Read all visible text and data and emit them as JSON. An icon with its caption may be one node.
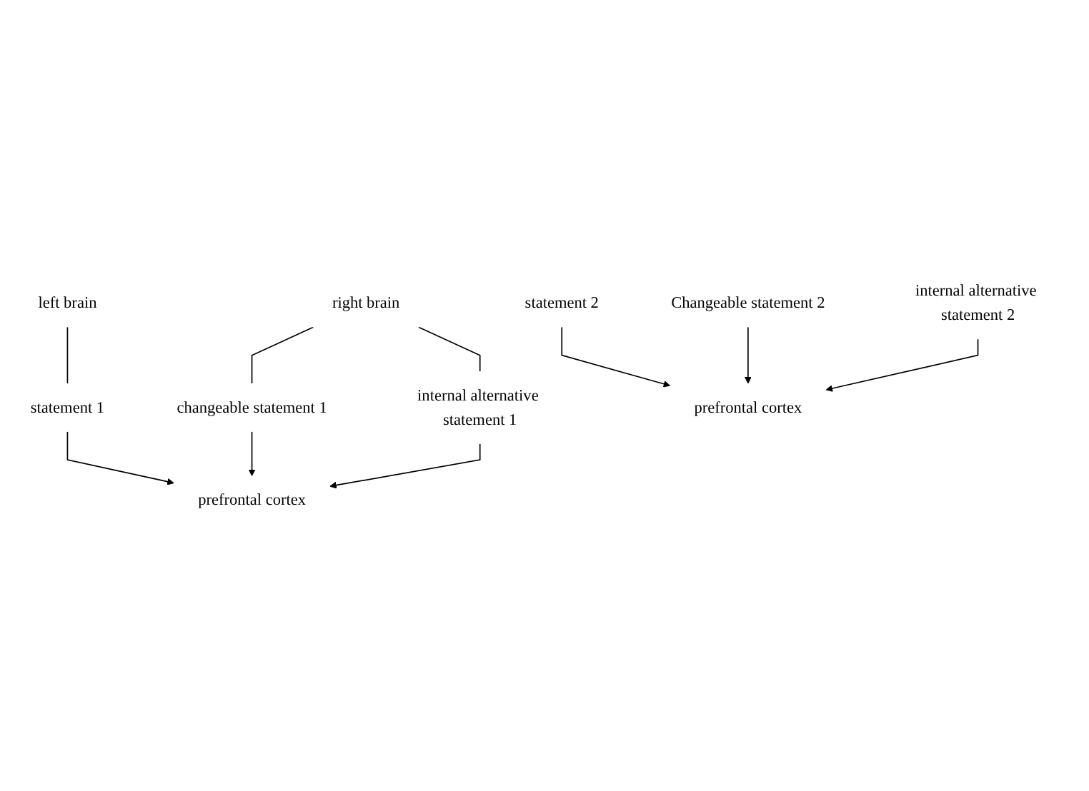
{
  "diagram": {
    "nodes": [
      {
        "text": [
          "left brain"
        ]
      },
      {
        "text": [
          "right brain"
        ]
      },
      {
        "text": [
          "statement 1"
        ]
      },
      {
        "text": [
          "changeable statement 1"
        ]
      },
      {
        "text": [
          "internal alternative statement 1"
        ]
      },
      {
        "text": [
          "prefrontal cortex"
        ]
      },
      {
        "text": [
          "statement 2"
        ]
      },
      {
        "text": [
          "Changeable statement 2"
        ]
      },
      {
        "text": [
          "internal alternative statement 2"
        ]
      },
      {
        "text": [
          "prefrontal cortex"
        ]
      }
    ],
    "edges": [
      {
        "from": 0,
        "to": 2,
        "arrow": "none"
      },
      {
        "from": 1,
        "to": 3,
        "arrow": "none"
      },
      {
        "from": 1,
        "to": 4,
        "arrow": "none"
      },
      {
        "from": 2,
        "to": 5,
        "arrow": "to"
      },
      {
        "from": 3,
        "to": 5,
        "arrow": "to"
      },
      {
        "from": 4,
        "to": 5,
        "arrow": "to"
      },
      {
        "from": 6,
        "to": 9,
        "arrow": "to"
      },
      {
        "from": 7,
        "to": 9,
        "arrow": "to"
      },
      {
        "from": 8,
        "to": 9,
        "arrow": "to"
      }
    ]
  }
}
